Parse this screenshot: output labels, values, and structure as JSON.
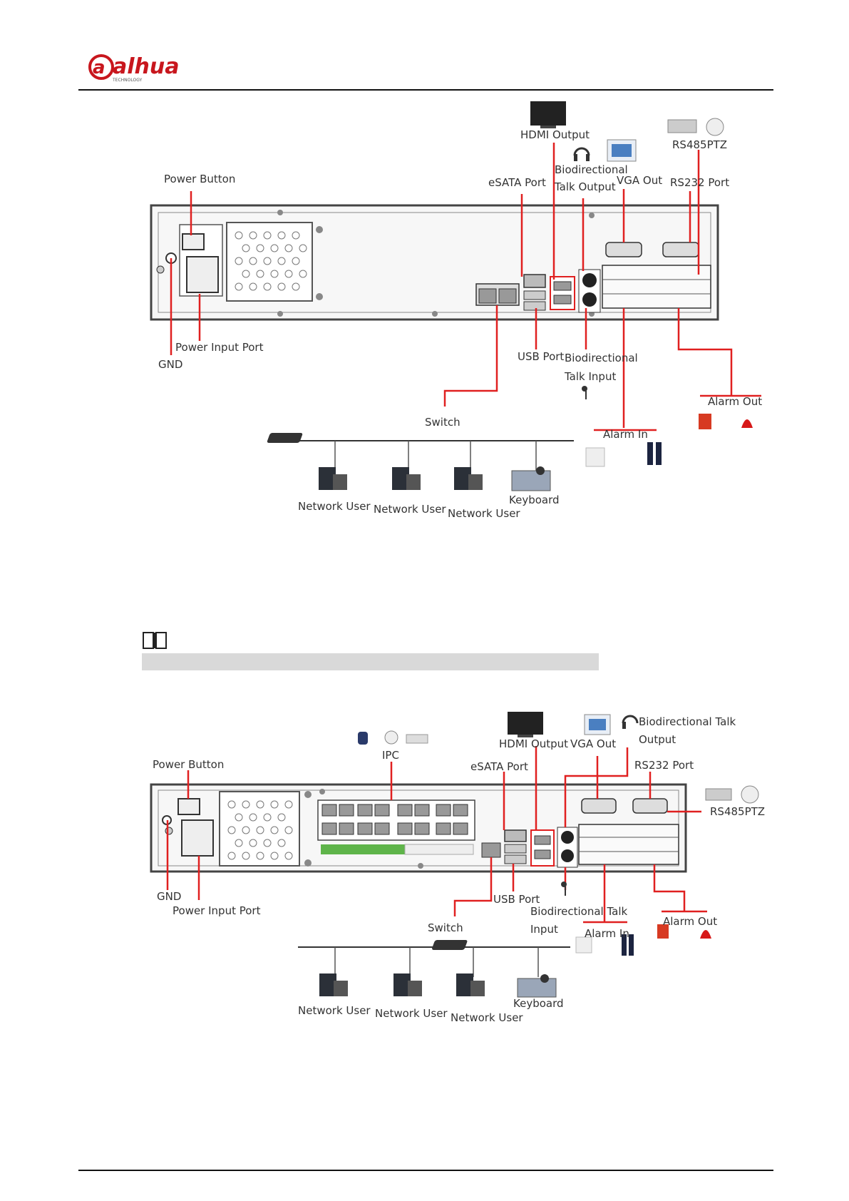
{
  "header": {
    "logo_text": "alhua",
    "logo_tagline": "TECHNOLOGY"
  },
  "diagram1": {
    "labels": {
      "hdmi_output": "HDMI Output",
      "rs485ptz": "RS485PTZ",
      "biodirectional_talk_output_1": "Biodirectional",
      "biodirectional_talk_output_2": "Talk Output",
      "esata_port": "eSATA Port",
      "vga_out": "VGA Out",
      "rs232_port": "RS232 Port",
      "power_button": "Power Button",
      "power_input_port": "Power Input Port",
      "gnd": "GND",
      "usb_port": "USB Port",
      "biodirectional_talk_input_1": "Biodirectional",
      "biodirectional_talk_input_2": "Talk Input",
      "alarm_out": "Alarm Out",
      "alarm_in": "Alarm In",
      "switch": "Switch",
      "network_user_1": "Network User",
      "network_user_2": "Network User",
      "network_user_3": "Network User",
      "keyboard": "Keyboard"
    }
  },
  "diagram2": {
    "labels": {
      "ipc": "IPC",
      "hdmi_output": "HDMI Output",
      "vga_out": "VGA Out",
      "biodirectional_talk_output_1": "Biodirectional Talk",
      "biodirectional_talk_output_2": "Output",
      "power_button": "Power Button",
      "esata_port": "eSATA Port",
      "rs232_port": "RS232 Port",
      "rs485ptz": "RS485PTZ",
      "gnd": "GND",
      "power_input_port": "Power Input Port",
      "usb_port": "USB Port",
      "biodirectional_talk_input_1": "Biodirectional Talk",
      "biodirectional_talk_input_2": "Input",
      "alarm_out": "Alarm Out",
      "alarm_in": "Alarm In",
      "switch": "Switch",
      "network_user_1": "Network User",
      "network_user_2": "Network User",
      "network_user_3": "Network User",
      "keyboard": "Keyboard"
    }
  },
  "colors": {
    "wire": "#e02020",
    "chassis": "#444444",
    "logo": "#c8161d"
  }
}
